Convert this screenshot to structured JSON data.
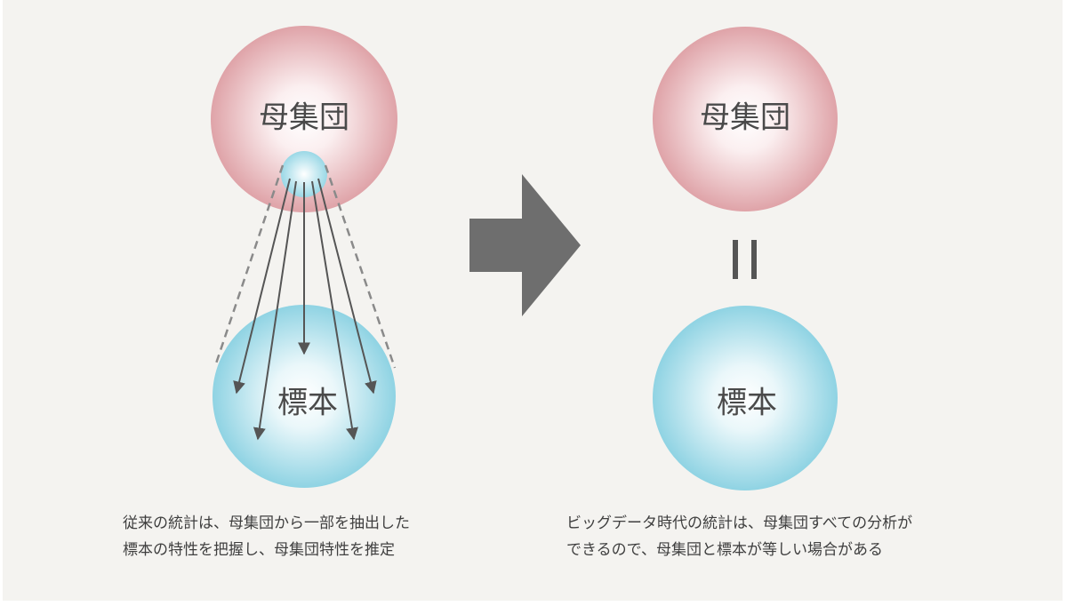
{
  "left_panel": {
    "population_label": "母集団",
    "sample_label": "標本",
    "caption_lines": [
      "従来の統計は、母集団から一部を抽出した",
      "標本の特性を把握し、母集団特性を推定"
    ]
  },
  "right_panel": {
    "population_label": "母集団",
    "sample_label": "標本",
    "caption_lines": [
      "ビッグデータ時代の統計は、母集団すべての分析が",
      "できるので、母集団と標本が等しい場合がある"
    ]
  },
  "colors": {
    "background": "#f4f3f0",
    "population_pink": "#dfa3a8",
    "sample_blue": "#8fd3e3",
    "arrow_gray": "#6e6e6e",
    "text": "#4a4a4a"
  },
  "icons": [
    "transition-arrow-icon",
    "equals-icon",
    "sampling-arrow-icon"
  ]
}
